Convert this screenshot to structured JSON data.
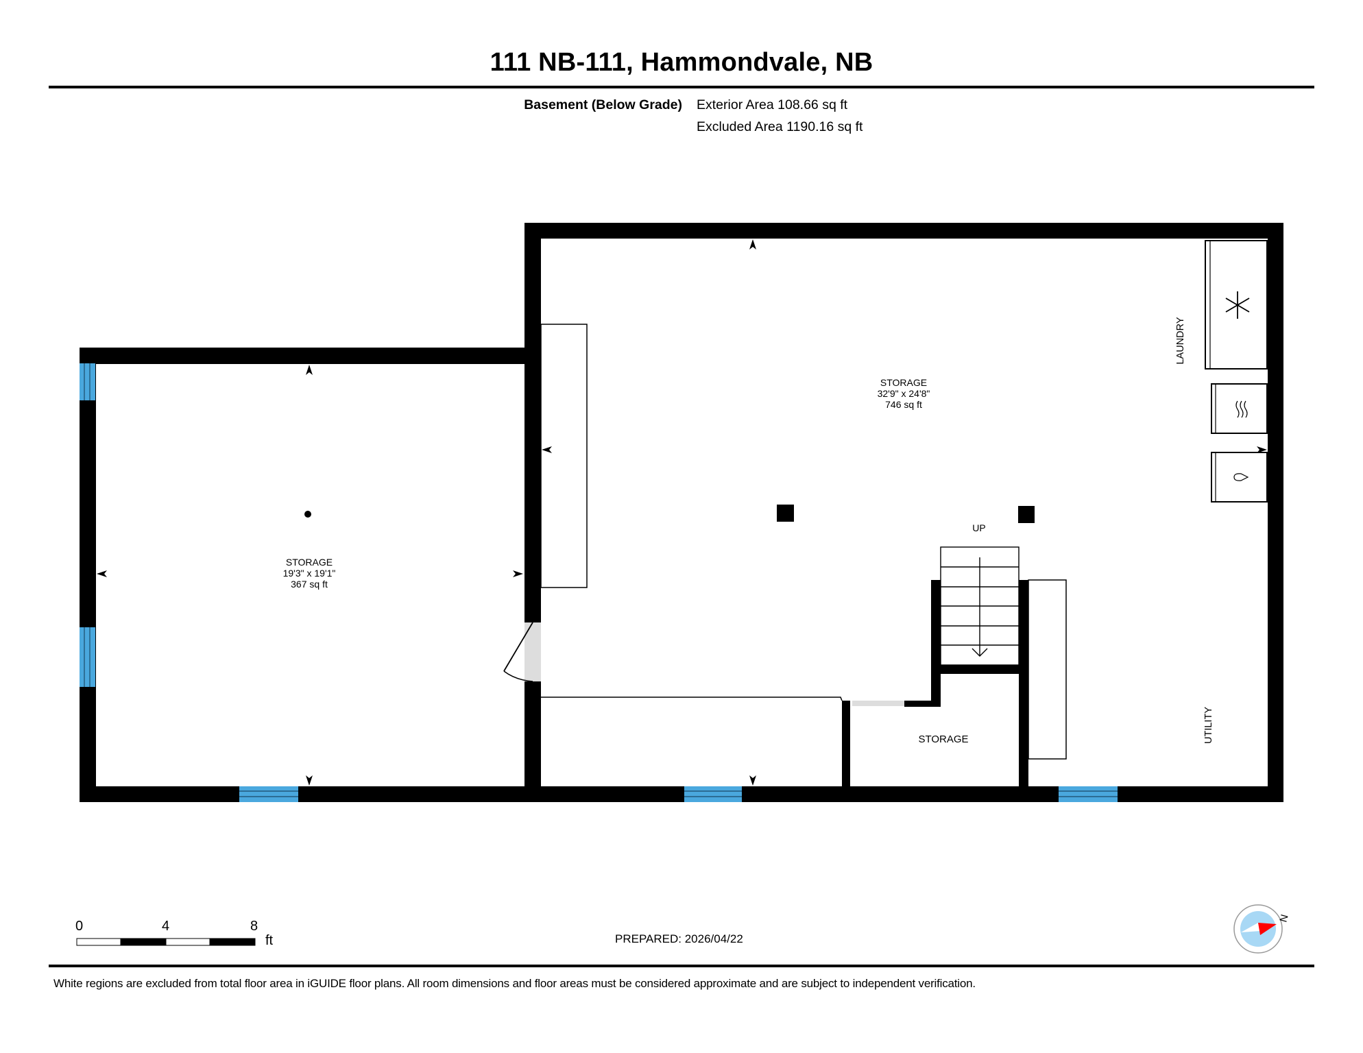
{
  "header": {
    "title": "111 NB-111, Hammondvale, NB",
    "floor_name": "Basement (Below Grade)",
    "exterior_area": "Exterior Area 108.66 sq ft",
    "excluded_area": "Excluded Area 1190.16 sq ft"
  },
  "rooms": [
    {
      "name": "STORAGE",
      "dimensions": "19'3\" x 19'1\"",
      "area": "367 sq ft"
    },
    {
      "name": "STORAGE",
      "dimensions": "32'9\" x 24'8\"",
      "area": "746 sq ft"
    },
    {
      "name": "STORAGE"
    },
    {
      "name": "LAUNDRY"
    },
    {
      "name": "UTILITY"
    }
  ],
  "stairs": {
    "label": "UP"
  },
  "fixtures": [
    {
      "type": "freezer",
      "icon": "snowflake-icon"
    },
    {
      "type": "dryer",
      "icon": "heat-waves-icon"
    },
    {
      "type": "washer",
      "icon": "water-drop-icon"
    }
  ],
  "scale_bar": {
    "ticks": [
      "0",
      "4",
      "8"
    ],
    "unit": "ft"
  },
  "compass": {
    "label": "N"
  },
  "footer": {
    "prepared": "PREPARED: 2026/04/22",
    "disclaimer": "White regions are excluded from total floor area in iGUIDE floor plans. All room dimensions and floor areas must be considered approximate and are subject to independent verification."
  },
  "colors": {
    "wall": "#000000",
    "window": "#4aa8de",
    "door_gap": "#dddddd",
    "compass_fill": "#a8d8f5",
    "compass_needle": "#ff0000"
  }
}
